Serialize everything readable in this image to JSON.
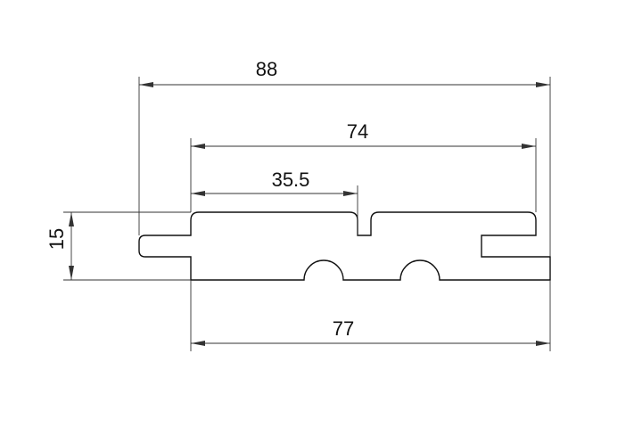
{
  "dimensions": {
    "overall_width": "88",
    "face_width": "74",
    "groove_offset": "35.5",
    "thickness": "15",
    "bottom_width": "77"
  }
}
